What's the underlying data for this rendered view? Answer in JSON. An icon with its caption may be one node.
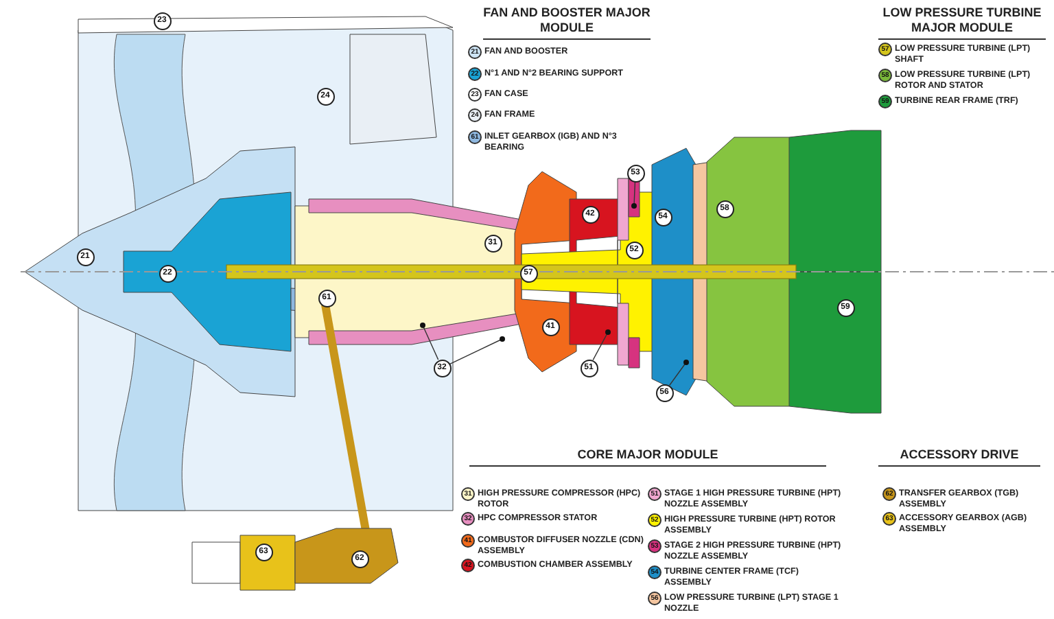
{
  "diagram": {
    "nodes": [
      {
        "text": [
          "23"
        ]
      },
      {
        "text": [
          "24"
        ]
      },
      {
        "text": [
          "21"
        ]
      },
      {
        "text": [
          "22"
        ]
      },
      {
        "text": [
          "61"
        ]
      },
      {
        "text": [
          "31"
        ]
      },
      {
        "text": [
          "42"
        ]
      },
      {
        "text": [
          "53"
        ]
      },
      {
        "text": [
          "54"
        ]
      },
      {
        "text": [
          "58"
        ]
      },
      {
        "text": [
          "52"
        ]
      },
      {
        "text": [
          "57"
        ]
      },
      {
        "text": [
          "32"
        ]
      },
      {
        "text": [
          "41"
        ]
      },
      {
        "text": [
          "51"
        ]
      },
      {
        "text": [
          "56"
        ]
      },
      {
        "text": [
          "59"
        ]
      },
      {
        "text": [
          "63"
        ]
      },
      {
        "text": [
          "62"
        ]
      },
      {
        "text": [],
        "shape": "picture"
      }
    ],
    "edges": [
      {
        "from": 7,
        "to": 19,
        "arrow": "other"
      },
      {
        "from": 12,
        "to": null,
        "arrow": "other"
      },
      {
        "from": 12,
        "to": null,
        "arrow": "other"
      },
      {
        "from": 14,
        "to": null,
        "arrow": "other"
      },
      {
        "from": 15,
        "to": null,
        "arrow": "other"
      }
    ],
    "labels": [
      "FAN AND BOOSTER MAJOR MODULE",
      "21",
      "22",
      "23",
      "24",
      "61",
      "LOW PRESSURE TURBINE MAJOR MODULE",
      "57",
      "58",
      "59",
      "CORE MAJOR MODULE",
      "31",
      "32",
      "41",
      "42",
      "51",
      "52",
      "53",
      "54",
      "56",
      "ACCESSORY DRIVE",
      "62",
      "63"
    ],
    "legend": [
      {
        "text": "FAN AND BOOSTER",
        "color": "#cde4f5"
      },
      {
        "text": "N°1 AND N°2 BEARING SUPPORT",
        "color": "#1aa3d4"
      },
      {
        "text": "FAN CASE",
        "color": "#ffffff"
      },
      {
        "text": "FAN FRAME",
        "color": "#e9eff5"
      },
      {
        "text": "INLET GEARBOX (IGB) AND N°3 BEARING",
        "color": "#8fb8e0"
      },
      {
        "text": "LOW PRESSURE TURBINE (LPT) SHAFT",
        "color": "#d4c51c"
      },
      {
        "text": "LOW PRESSURE TURBINE (LPT) ROTOR AND STATOR",
        "color": "#7ab83a"
      },
      {
        "text": "TURBINE REAR FRAME (TRF)",
        "color": "#1e9b3c"
      },
      {
        "text": "HIGH PRESSURE COMPRESSOR (HPC) ROTOR",
        "color": "#fdf6c8"
      },
      {
        "text": "HPC COMPRESSOR STATOR",
        "color": "#e78fc0"
      },
      {
        "text": "COMBUSTOR DIFFUSER NOZZLE (CDN) ASSEMBLY",
        "color": "#f26a1b"
      },
      {
        "text": "COMBUSTION CHAMBER ASSEMBLY",
        "color": "#d7141f"
      },
      {
        "text": "STAGE 1 HIGH PRESSURE TURBINE (HPT) NOZZLE ASSEMBLY",
        "color": "#f0a7d0"
      },
      {
        "text": "HIGH PRESSURE TURBINE (HPT) ROTOR ASSEMBLY",
        "color": "#fff200"
      },
      {
        "text": "STAGE 2 HIGH PRESSURE TURBINE (HPT) NOZZLE ASSEMBLY",
        "color": "#d6337f"
      },
      {
        "text": "TURBINE CENTER FRAME (TCF) ASSEMBLY",
        "color": "#1e8fc8"
      },
      {
        "text": "LOW PRESSURE TURBINE (LPT) STAGE 1 NOZZLE",
        "color": "#f5c6a0"
      },
      {
        "text": "TRANSFER GEARBOX (TGB) ASSEMBLY",
        "color": "#c8961a"
      },
      {
        "text": "ACCESSORY GEARBOX (AGB) ASSEMBLY",
        "color": "#e8c21a"
      }
    ]
  }
}
